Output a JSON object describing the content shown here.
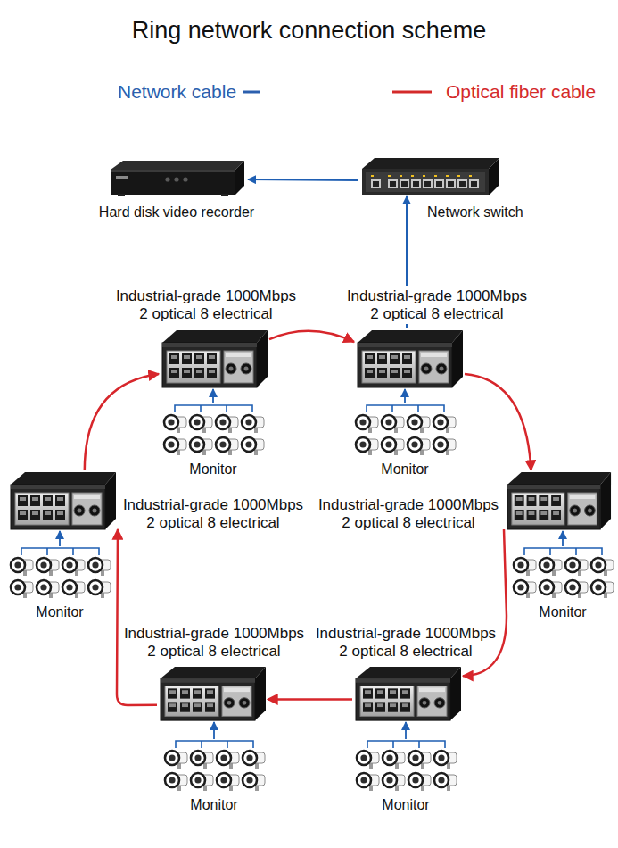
{
  "diagram": {
    "title": "Ring network connection scheme",
    "nodes": [
      {
        "text": [
          "Hard disk video recorder"
        ]
      },
      {
        "text": [
          "Network switch"
        ]
      },
      {
        "text": [
          "Industrial-grade 1000Mbps 2 optical 8 electrical"
        ]
      },
      {
        "text": [
          "Industrial-grade 1000Mbps 2 optical 8 electrical"
        ]
      },
      {
        "text": [
          "Monitor"
        ]
      },
      {
        "text": [
          "Monitor"
        ]
      },
      {
        "text": [
          "Industrial-grade 1000Mbps 2 optical 8 electrical"
        ]
      },
      {
        "text": [
          "Industrial-grade 1000Mbps 2 optical 8 electrical"
        ]
      },
      {
        "text": [
          "Monitor"
        ]
      },
      {
        "text": [
          "Monitor"
        ]
      },
      {
        "text": [
          "Industrial-grade 1000Mbps 2 optical 8 electrical"
        ]
      },
      {
        "text": [
          "Industrial-grade 1000Mbps 2 optical 8 electrical"
        ]
      },
      {
        "text": [
          "Monitor"
        ]
      },
      {
        "text": [
          "Monitor"
        ]
      }
    ],
    "edges": [
      {
        "from": 1,
        "to": 0,
        "arrow": "to"
      },
      {
        "from": 3,
        "to": 1,
        "arrow": "to"
      },
      {
        "from": 2,
        "to": 3,
        "arrow": "to"
      },
      {
        "from": 3,
        "to": 7,
        "arrow": "to"
      },
      {
        "from": 7,
        "to": 11,
        "arrow": "to"
      },
      {
        "from": 11,
        "to": 10,
        "arrow": "to"
      },
      {
        "from": 10,
        "to": 6,
        "arrow": "to"
      },
      {
        "from": 6,
        "to": 2,
        "arrow": "to"
      },
      {
        "from": 4,
        "to": 2,
        "arrow": "to"
      },
      {
        "from": 5,
        "to": 3,
        "arrow": "to"
      },
      {
        "from": 8,
        "to": 6,
        "arrow": "to"
      },
      {
        "from": 9,
        "to": 7,
        "arrow": "to"
      },
      {
        "from": 12,
        "to": 10,
        "arrow": "to"
      },
      {
        "from": 13,
        "to": 11,
        "arrow": "to"
      }
    ],
    "legend": [
      {
        "text": "Network cable"
      },
      {
        "text": "Optical fiber cable"
      }
    ]
  }
}
